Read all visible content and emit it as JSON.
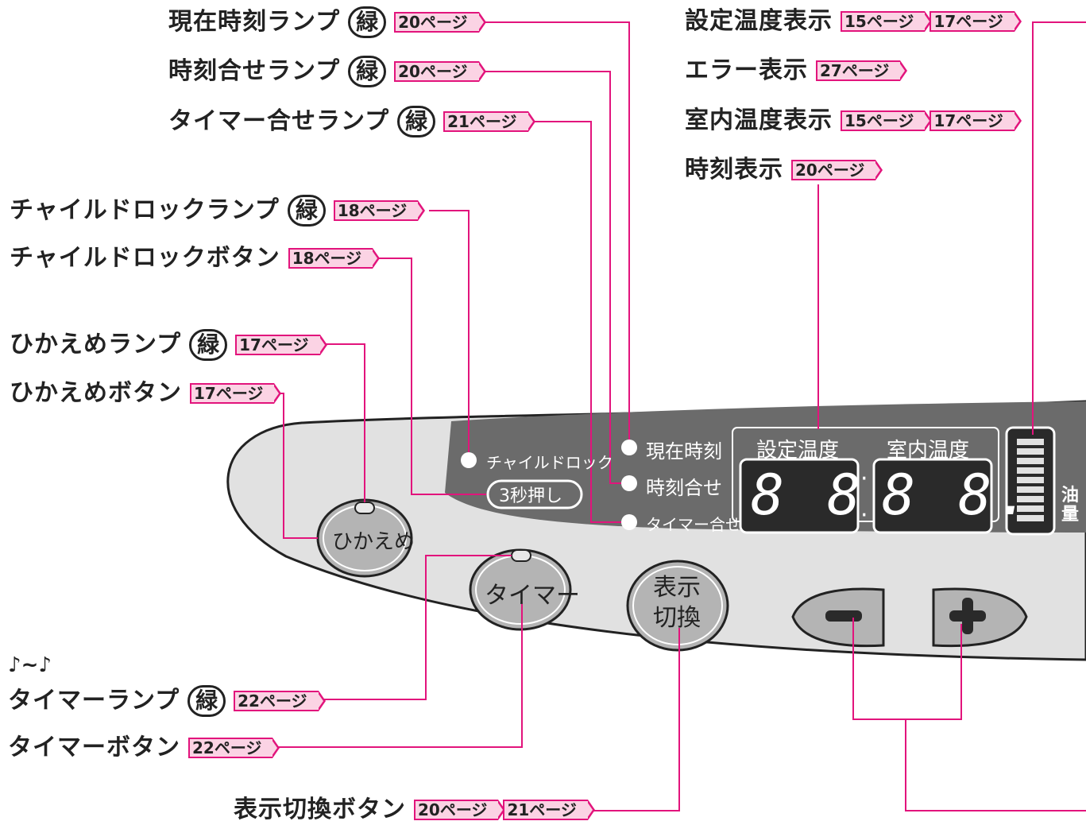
{
  "labels": {
    "genzai_lamp": {
      "text": "現在時刻ランプ",
      "mark": "緑",
      "pages": [
        "20ページ"
      ]
    },
    "jikoku_lamp": {
      "text": "時刻合せランプ",
      "mark": "緑",
      "pages": [
        "20ページ"
      ]
    },
    "timer_set_lamp": {
      "text": "タイマー合せランプ",
      "mark": "緑",
      "pages": [
        "21ページ"
      ]
    },
    "child_lamp": {
      "text": "チャイルドロックランプ",
      "mark": "緑",
      "pages": [
        "18ページ"
      ]
    },
    "child_button": {
      "text": "チャイルドロックボタン",
      "pages": [
        "18ページ"
      ]
    },
    "hikaeme_lamp": {
      "text": "ひかえめランプ",
      "mark": "緑",
      "pages": [
        "17ページ"
      ]
    },
    "hikaeme_button": {
      "text": "ひかえめボタン",
      "pages": [
        "17ページ"
      ]
    },
    "timer_lamp": {
      "text": "タイマーランプ",
      "mark": "緑",
      "pages": [
        "22ページ"
      ],
      "prefix": "♪~♪"
    },
    "timer_button": {
      "text": "タイマーボタン",
      "pages": [
        "22ページ"
      ]
    },
    "display_switch_button": {
      "text": "表示切換ボタン",
      "pages": [
        "20ページ",
        "21ページ"
      ]
    },
    "set_temp_display": {
      "text": "設定温度表示",
      "pages": [
        "15ページ",
        "17ページ"
      ]
    },
    "error_display": {
      "text": "エラー表示",
      "pages": [
        "27ページ"
      ]
    },
    "room_temp_display": {
      "text": "室内温度表示",
      "pages": [
        "15ページ",
        "17ページ"
      ]
    },
    "time_display": {
      "text": "時刻表示",
      "pages": [
        "20ページ"
      ]
    }
  },
  "panel": {
    "child_lock": "チャイルドロック",
    "three_sec": "3秒押し",
    "genzai": "現在時刻",
    "jikoku_awase": "時刻合せ",
    "timer_awase": "タイマー合せ",
    "set_temp": "設定温度",
    "room_temp": "室内温度",
    "oil_1": "油",
    "oil_2": "量",
    "digits_left": "8 8",
    "digits_right": "8 8.",
    "colon": "·",
    "btn_hikaeme": "ひかえめ",
    "btn_timer": "タイマー",
    "btn_display_1": "表示",
    "btn_display_2": "切換",
    "btn_minus": "−",
    "btn_plus": "+"
  },
  "colors": {
    "leader": "#e2147c",
    "page_fill": "#fbd3e4",
    "panel_light": "#e1e1e1",
    "panel_dark": "#6b6b6b",
    "display_bg": "#2a2a2a",
    "button": "#b4b4b4"
  }
}
